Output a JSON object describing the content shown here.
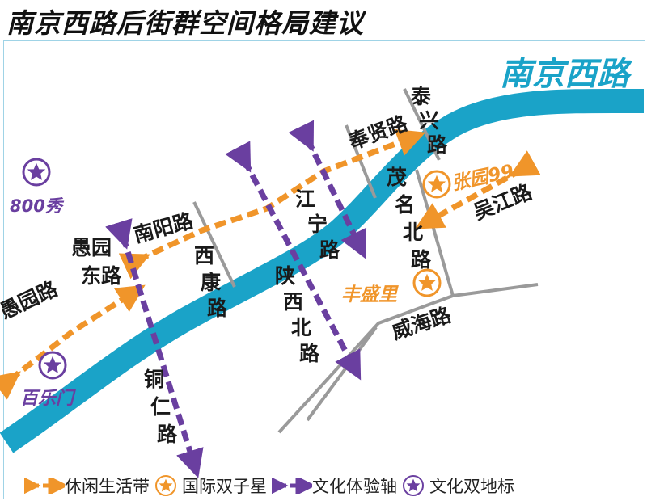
{
  "title": "南京西路后街群空间格局建议",
  "colors": {
    "river": "#1aa3c8",
    "leisure": "#f0952a",
    "culture": "#6a3fa0",
    "road": "#9a9a9a"
  },
  "main_road": "南京西路",
  "roads": {
    "taixing": [
      "泰",
      "兴",
      "路"
    ],
    "fengxian": "奉贤路",
    "maoming": [
      "茂",
      "名",
      "北",
      "路"
    ],
    "wujiang": "吴江路",
    "jiangning": [
      "江",
      "宁",
      "路"
    ],
    "shaanxi": [
      "陕",
      "西",
      "北",
      "路"
    ],
    "nanyang": "南阳路",
    "xikang": [
      "西",
      "康",
      "路"
    ],
    "yuyuan_east": [
      "愚园",
      "东路"
    ],
    "yuyuan": "愚园路",
    "tongren": [
      "铜",
      "仁",
      "路"
    ],
    "weihai": "威海路"
  },
  "landmarks": {
    "zhangyuan": "张园99",
    "fengshengli": "丰盛里",
    "show800": "800秀",
    "bailemen": "百乐门"
  },
  "legend": [
    {
      "icon": "orange-dashed-double-arrow",
      "label": "休闲生活带"
    },
    {
      "icon": "orange-star",
      "label": "国际双子星"
    },
    {
      "icon": "purple-dashed-double-arrow",
      "label": "文化体验轴"
    },
    {
      "icon": "purple-star",
      "label": "文化双地标"
    }
  ]
}
